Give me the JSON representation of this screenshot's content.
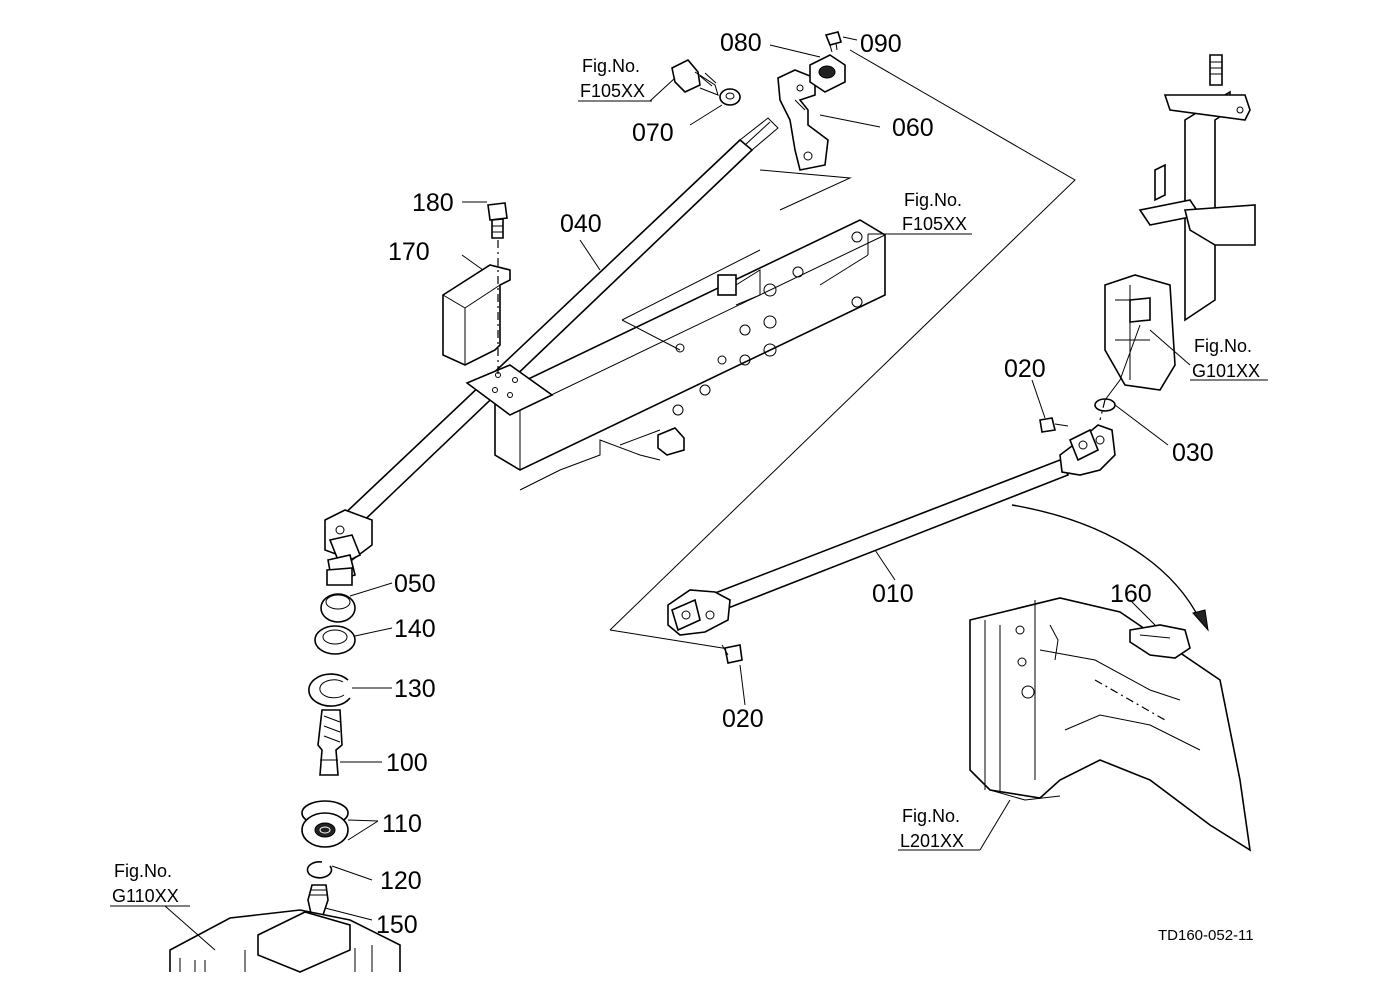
{
  "diagram": {
    "code": "TD160-052-11",
    "part_labels": {
      "p010": "010",
      "p020a": "020",
      "p020b": "020",
      "p030": "030",
      "p040": "040",
      "p050": "050",
      "p060": "060",
      "p070": "070",
      "p080": "080",
      "p090": "090",
      "p100": "100",
      "p110": "110",
      "p120": "120",
      "p130": "130",
      "p140": "140",
      "p150": "150",
      "p160": "160",
      "p170": "170",
      "p180": "180"
    },
    "fig_refs": {
      "f105a": {
        "title": "Fig.No.",
        "code": "F105XX"
      },
      "f105b": {
        "title": "Fig.No.",
        "code": "F105XX"
      },
      "g101": {
        "title": "Fig.No.",
        "code": "G101XX"
      },
      "g110": {
        "title": "Fig.No.",
        "code": "G110XX"
      },
      "l201": {
        "title": "Fig.No.",
        "code": "L201XX"
      }
    }
  }
}
